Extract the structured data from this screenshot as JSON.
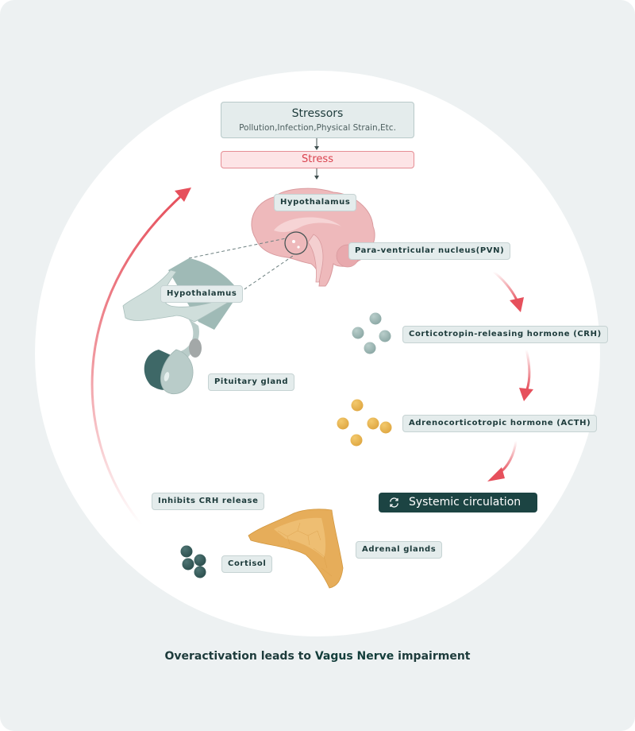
{
  "stressors": {
    "title": "Stressors",
    "subtitle": "Pollution,Infection,Physical Strain,Etc."
  },
  "stress": {
    "label": "Stress"
  },
  "labels": {
    "hypothalamus_brain": "Hypothalamus",
    "pvn": "Para-ventricular nucleus(PVN)",
    "hypothalamus_detail": "Hypothalamus",
    "pituitary": "Pituitary gland",
    "crh": "Corticotropin-releasing hormone (CRH)",
    "acth": "Adrenocorticotropic hormone (ACTH)",
    "inhibits": "Inhibits CRH release",
    "adrenal": "Adrenal glands",
    "cortisol": "Cortisol"
  },
  "systemic": {
    "label": "Systemic circulation",
    "icon": "refresh-cycle-icon"
  },
  "footer": {
    "prefix": "Overactivation leads to ",
    "highlight": "Vagus Nerve",
    "suffix": " impairment"
  },
  "colors": {
    "background": "#edf1f2",
    "arrow_red": "#e6505c",
    "label_bg": "#e4ecec",
    "dark_teal": "#1c4443",
    "crh_ball": "#9bb5b2",
    "acth_ball": "#e8b553",
    "cortisol_ball": "#3a5f5e",
    "brain_pink": "#eeb9bb",
    "adrenal_orange": "#e6ad5a"
  }
}
